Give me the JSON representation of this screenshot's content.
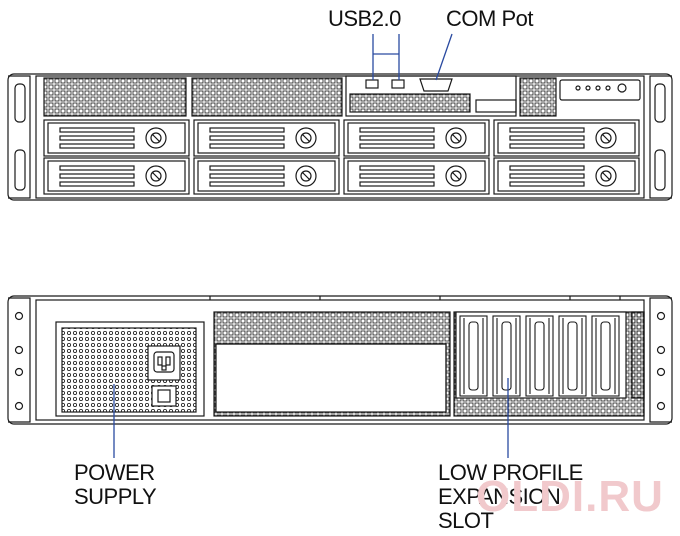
{
  "labels": {
    "usb": "USB2.0",
    "com": "COM Pot",
    "power_line1": "POWER",
    "power_line2": "SUPPLY",
    "expansion_line1": "LOW PROFILE",
    "expansion_line2": "EXPANSION",
    "expansion_line3": "SLOT"
  },
  "watermark": "OLDI.RU",
  "front_panel": {
    "drive_bays": 8,
    "usb_ports": 2,
    "com_ports": 1
  },
  "rear_panel": {
    "expansion_slots": 5
  },
  "colors": {
    "line": "#1a1a1a",
    "background": "#ffffff",
    "watermark": "#f1c9cc"
  }
}
